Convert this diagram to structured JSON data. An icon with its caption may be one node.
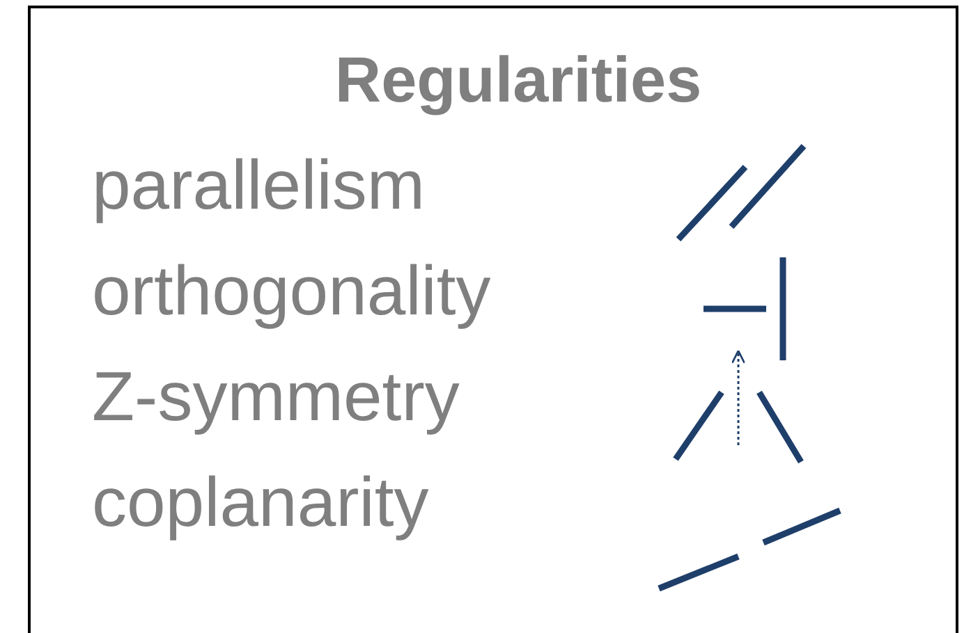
{
  "diagram": {
    "title": "Regularities",
    "labels": [
      "parallelism",
      "orthogonality",
      "Z-symmetry",
      "coplanarity"
    ]
  }
}
